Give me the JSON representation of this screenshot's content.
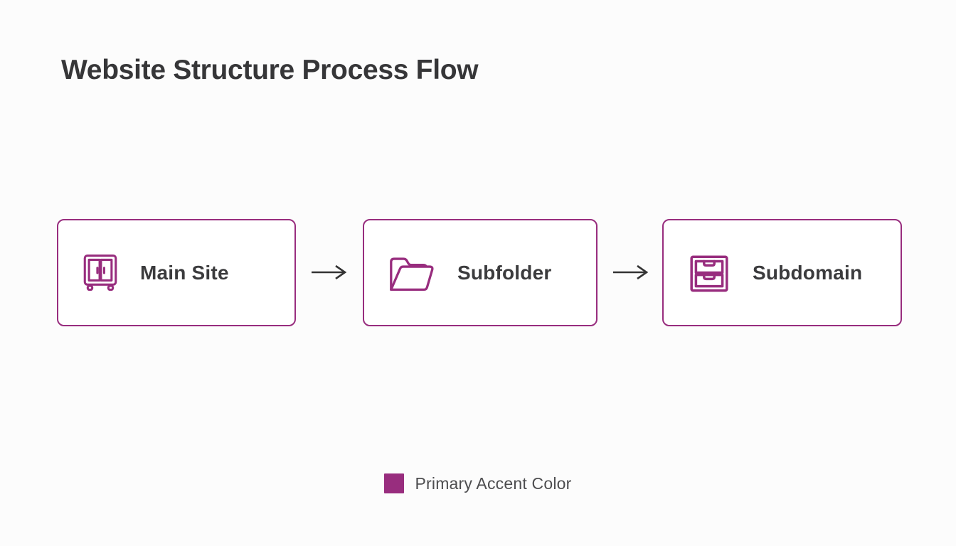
{
  "title": "Website Structure Process Flow",
  "flow": {
    "nodes": [
      {
        "label": "Main Site",
        "icon": "cabinet-icon"
      },
      {
        "label": "Subfolder",
        "icon": "open-folder-icon"
      },
      {
        "label": "Subdomain",
        "icon": "drawers-icon"
      }
    ],
    "connector": "arrow-right"
  },
  "legend": {
    "label": "Primary Accent Color",
    "swatch_color": "#982D7E"
  },
  "colors": {
    "accent": "#982D7E",
    "title-ink": "#363638",
    "label-ink": "#3B3B3D",
    "arrow-ink": "#333333",
    "legend-ink": "#4D4D4F",
    "page-bg": "#FCFCFC",
    "box-bg": "#FFFFFF"
  }
}
